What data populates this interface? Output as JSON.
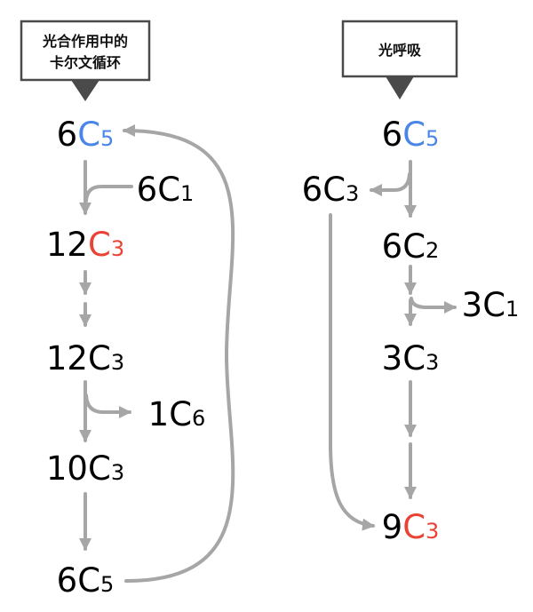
{
  "colors": {
    "arrow": "#a6a6a6",
    "carbon_blue": "#4a86e8",
    "carbon_red": "#ea4335",
    "text": "#000000",
    "label_border": "#4a4a4a"
  },
  "calvin": {
    "label_line1": "光合作用中的",
    "label_line2": "卡尔文循环",
    "nodes": [
      {
        "coef": "6",
        "atom": "C",
        "sub": "5",
        "highlight": "blue"
      },
      {
        "coef": "6",
        "atom": "C",
        "sub": "1",
        "highlight": ""
      },
      {
        "coef": "12",
        "atom": "C",
        "sub": "3",
        "highlight": "red"
      },
      {
        "coef": "12",
        "atom": "C",
        "sub": "3",
        "highlight": ""
      },
      {
        "coef": "1",
        "atom": "C",
        "sub": "6",
        "highlight": ""
      },
      {
        "coef": "10",
        "atom": "C",
        "sub": "3",
        "highlight": ""
      },
      {
        "coef": "6",
        "atom": "C",
        "sub": "5",
        "highlight": ""
      }
    ]
  },
  "photorespiration": {
    "label": "光呼吸",
    "nodes": [
      {
        "coef": "6",
        "atom": "C",
        "sub": "5",
        "highlight": "blue"
      },
      {
        "coef": "6",
        "atom": "C",
        "sub": "3",
        "highlight": ""
      },
      {
        "coef": "6",
        "atom": "C",
        "sub": "2",
        "highlight": ""
      },
      {
        "coef": "3",
        "atom": "C",
        "sub": "1",
        "highlight": ""
      },
      {
        "coef": "3",
        "atom": "C",
        "sub": "3",
        "highlight": ""
      },
      {
        "coef": "9",
        "atom": "C",
        "sub": "3",
        "highlight": "red"
      }
    ]
  }
}
